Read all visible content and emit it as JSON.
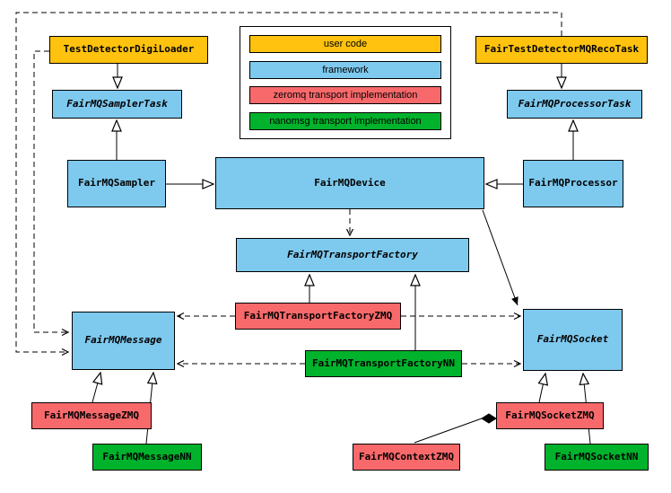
{
  "colors": {
    "user_code": "#FFC20E",
    "framework": "#7EC9EE",
    "zeromq": "#F8696B",
    "nanomsg": "#00B22C",
    "line": "#000000",
    "background": "#FFFFFF"
  },
  "legend": {
    "items": [
      {
        "label": "user code",
        "category": "user_code"
      },
      {
        "label": "framework",
        "category": "framework"
      },
      {
        "label": "zeromq transport implementation",
        "category": "zeromq"
      },
      {
        "label": "nanomsg transport implementation",
        "category": "nanomsg"
      }
    ]
  },
  "nodes": [
    {
      "label": "TestDetectorDigiLoader",
      "category": "user_code",
      "abstract": false
    },
    {
      "label": "FairTestDetectorMQRecoTask",
      "category": "user_code",
      "abstract": false
    },
    {
      "label": "FairMQSamplerTask",
      "category": "framework",
      "abstract": true
    },
    {
      "label": "FairMQProcessorTask",
      "category": "framework",
      "abstract": true
    },
    {
      "label": "FairMQSampler",
      "category": "framework",
      "abstract": false
    },
    {
      "label": "FairMQDevice",
      "category": "framework",
      "abstract": false
    },
    {
      "label": "FairMQProcessor",
      "category": "framework",
      "abstract": false
    },
    {
      "label": "FairMQTransportFactory",
      "category": "framework",
      "abstract": true
    },
    {
      "label": "FairMQTransportFactoryZMQ",
      "category": "zeromq",
      "abstract": false
    },
    {
      "label": "FairMQTransportFactoryNN",
      "category": "nanomsg",
      "abstract": false
    },
    {
      "label": "FairMQMessage",
      "category": "framework",
      "abstract": true
    },
    {
      "label": "FairMQSocket",
      "category": "framework",
      "abstract": true
    },
    {
      "label": "FairMQMessageZMQ",
      "category": "zeromq",
      "abstract": false
    },
    {
      "label": "FairMQMessageNN",
      "category": "nanomsg",
      "abstract": false
    },
    {
      "label": "FairMQSocketZMQ",
      "category": "zeromq",
      "abstract": false
    },
    {
      "label": "FairMQContextZMQ",
      "category": "zeromq",
      "abstract": false
    },
    {
      "label": "FairMQSocketNN",
      "category": "nanomsg",
      "abstract": false
    }
  ],
  "edges": [
    {
      "from": "TestDetectorDigiLoader",
      "to": "FairMQSamplerTask",
      "type": "inheritance"
    },
    {
      "from": "FairMQSampler",
      "to": "FairMQSamplerTask",
      "type": "inheritance"
    },
    {
      "from": "FairMQSampler",
      "to": "FairMQDevice",
      "type": "inheritance"
    },
    {
      "from": "FairMQProcessor",
      "to": "FairMQDevice",
      "type": "inheritance"
    },
    {
      "from": "FairTestDetectorMQRecoTask",
      "to": "FairMQProcessorTask",
      "type": "inheritance"
    },
    {
      "from": "FairMQProcessor",
      "to": "FairMQProcessorTask",
      "type": "inheritance"
    },
    {
      "from": "FairMQDevice",
      "to": "FairMQTransportFactory",
      "type": "dependency"
    },
    {
      "from": "FairMQTransportFactoryZMQ",
      "to": "FairMQTransportFactory",
      "type": "inheritance"
    },
    {
      "from": "FairMQTransportFactoryNN",
      "to": "FairMQTransportFactory",
      "type": "inheritance"
    },
    {
      "from": "FairMQTransportFactoryZMQ",
      "to": "FairMQMessage",
      "type": "dependency"
    },
    {
      "from": "FairMQTransportFactoryNN",
      "to": "FairMQMessage",
      "type": "dependency"
    },
    {
      "from": "FairMQTransportFactoryZMQ",
      "to": "FairMQSocket",
      "type": "dependency"
    },
    {
      "from": "FairMQTransportFactoryNN",
      "to": "FairMQSocket",
      "type": "dependency"
    },
    {
      "from": "FairMQDevice",
      "to": "FairMQSocket",
      "type": "association"
    },
    {
      "from": "FairMQMessageZMQ",
      "to": "FairMQMessage",
      "type": "inheritance"
    },
    {
      "from": "FairMQMessageNN",
      "to": "FairMQMessage",
      "type": "inheritance"
    },
    {
      "from": "FairMQSocketZMQ",
      "to": "FairMQSocket",
      "type": "inheritance"
    },
    {
      "from": "FairMQSocketNN",
      "to": "FairMQSocket",
      "type": "inheritance"
    },
    {
      "from": "FairTestDetectorMQRecoTask",
      "to": "FairMQMessage",
      "type": "dependency"
    },
    {
      "from": "TestDetectorDigiLoader",
      "to": "FairMQMessage",
      "type": "dependency"
    },
    {
      "from": "FairMQContextZMQ",
      "to": "FairMQSocketZMQ",
      "type": "composition"
    }
  ]
}
